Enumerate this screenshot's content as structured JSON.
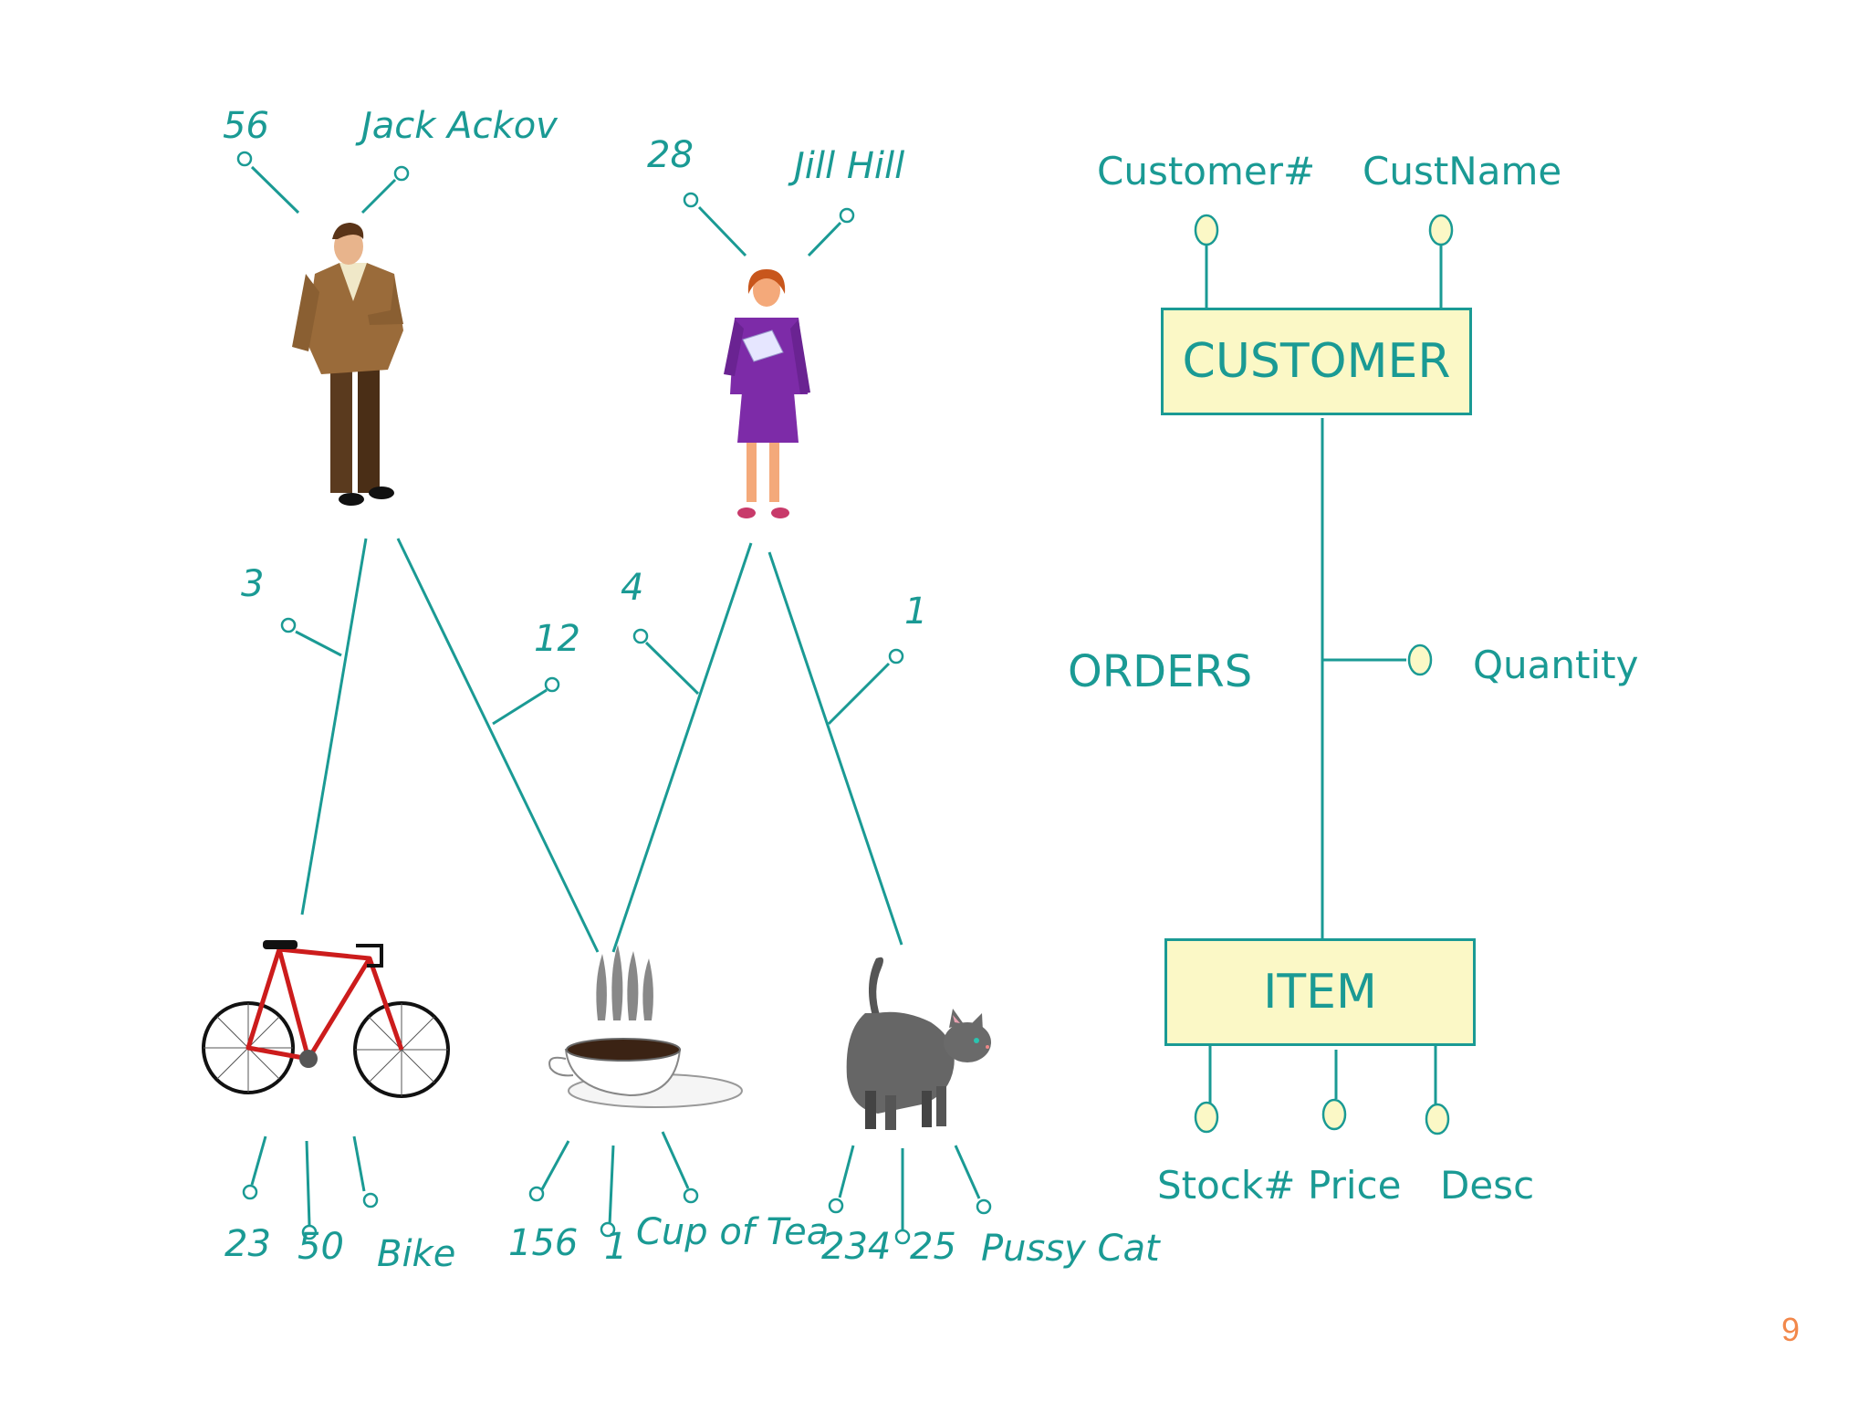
{
  "colors": {
    "teal": "#1a9a94",
    "entity_fill": "#fbf8c6",
    "attr_fill": "#fbf8c6",
    "page_number": "#f2884b"
  },
  "instance_view": {
    "people": [
      {
        "icon": "man-figure-icon",
        "id": "56",
        "name": "Jack Ackov"
      },
      {
        "icon": "woman-figure-icon",
        "id": "28",
        "name": "Jill Hill"
      }
    ],
    "order_quantities": [
      "3",
      "12",
      "4",
      "1"
    ],
    "items": [
      {
        "icon": "bicycle-icon",
        "stock": "23",
        "price": "50",
        "desc": "Bike"
      },
      {
        "icon": "tea-cup-icon",
        "stock": "156",
        "price": "1",
        "desc": "Cup of Tea"
      },
      {
        "icon": "cat-icon",
        "stock": "234",
        "price": "25",
        "desc": "Pussy Cat"
      }
    ]
  },
  "er_view": {
    "customer_entity": "CUSTOMER",
    "customer_attrs": [
      "Customer#",
      "CustName"
    ],
    "relationship": "ORDERS",
    "relationship_attr": "Quantity",
    "item_entity": "ITEM",
    "item_attrs": [
      "Stock#",
      "Price",
      "Desc"
    ]
  },
  "page_number": "9"
}
